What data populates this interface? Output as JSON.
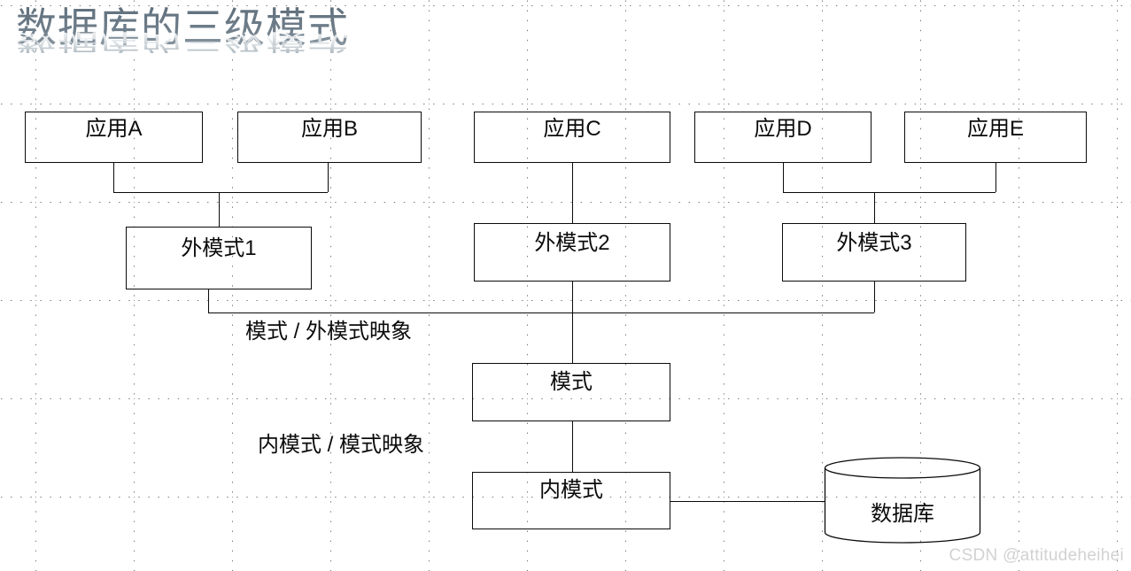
{
  "title": {
    "text": "数据库的三级模式",
    "gradient_top": "#5d6d79",
    "gradient_bottom": "#93a0aa"
  },
  "diagram": {
    "applications": [
      {
        "id": "app-a",
        "label": "应用A"
      },
      {
        "id": "app-b",
        "label": "应用B"
      },
      {
        "id": "app-c",
        "label": "应用C"
      },
      {
        "id": "app-d",
        "label": "应用D"
      },
      {
        "id": "app-e",
        "label": "应用E"
      }
    ],
    "external_schemas": [
      {
        "id": "ext-schema-1",
        "label": "外模式1"
      },
      {
        "id": "ext-schema-2",
        "label": "外模式2"
      },
      {
        "id": "ext-schema-3",
        "label": "外模式3"
      }
    ],
    "conceptual_schema": {
      "id": "schema",
      "label": "模式"
    },
    "internal_schema": {
      "id": "internal-schema",
      "label": "内模式"
    },
    "database": {
      "id": "database",
      "label": "数据库"
    },
    "mappings": [
      {
        "id": "schema-external-mapping",
        "label": "模式 / 外模式映象"
      },
      {
        "id": "internal-schema-mapping",
        "label": "内模式 / 模式映象"
      }
    ],
    "line_color": "#0a0a0a",
    "text_color": "#0b0b0b"
  },
  "watermark": {
    "text": "CSDN @attitudeheihei",
    "color": "#d2d2d2"
  }
}
